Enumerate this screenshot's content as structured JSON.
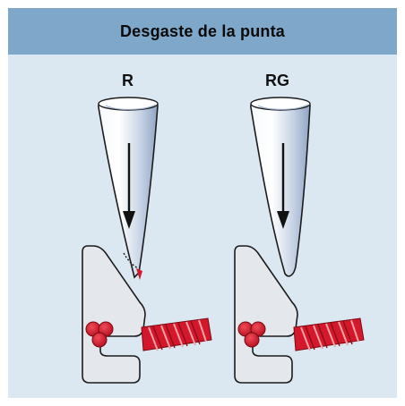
{
  "title": "Desgaste de la punta",
  "panels": [
    {
      "label": "R"
    },
    {
      "label": "RG"
    }
  ],
  "colors": {
    "header_bg": "#7ea7c9",
    "panel_bg": "#dbe7f1",
    "needle_fill": "#e9eef6",
    "foot_fill": "#e4e7ec",
    "thread": "#d4182b"
  },
  "icons": [
    "needle-icon",
    "down-arrow-icon",
    "presser-foot-icon",
    "thread-icon"
  ]
}
